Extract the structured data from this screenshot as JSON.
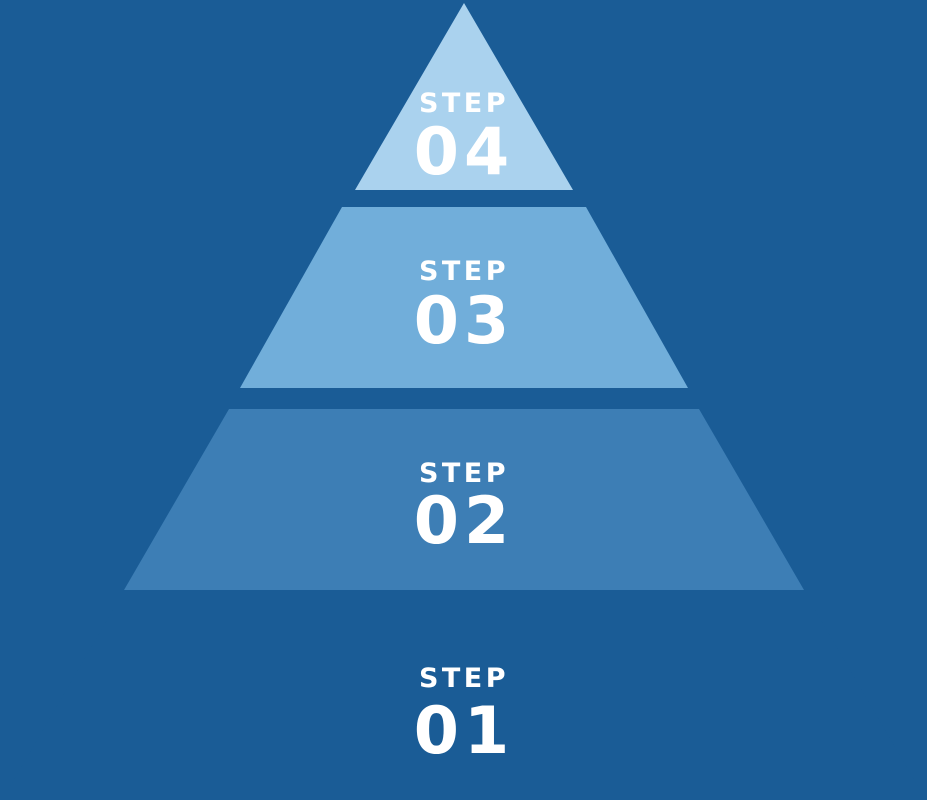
{
  "diagram": {
    "type": "step-pyramid",
    "background_color": "#1a5c96",
    "text_color": "#ffffff",
    "steps": [
      {
        "label": "STEP",
        "number": "04",
        "color": "#aad2ee",
        "position": "top"
      },
      {
        "label": "STEP",
        "number": "03",
        "color": "#71aeda",
        "position": "upper-middle"
      },
      {
        "label": "STEP",
        "number": "02",
        "color": "#3d7eb5",
        "position": "lower-middle"
      },
      {
        "label": "STEP",
        "number": "01",
        "color": "#1a5c96",
        "position": "bottom"
      }
    ]
  }
}
